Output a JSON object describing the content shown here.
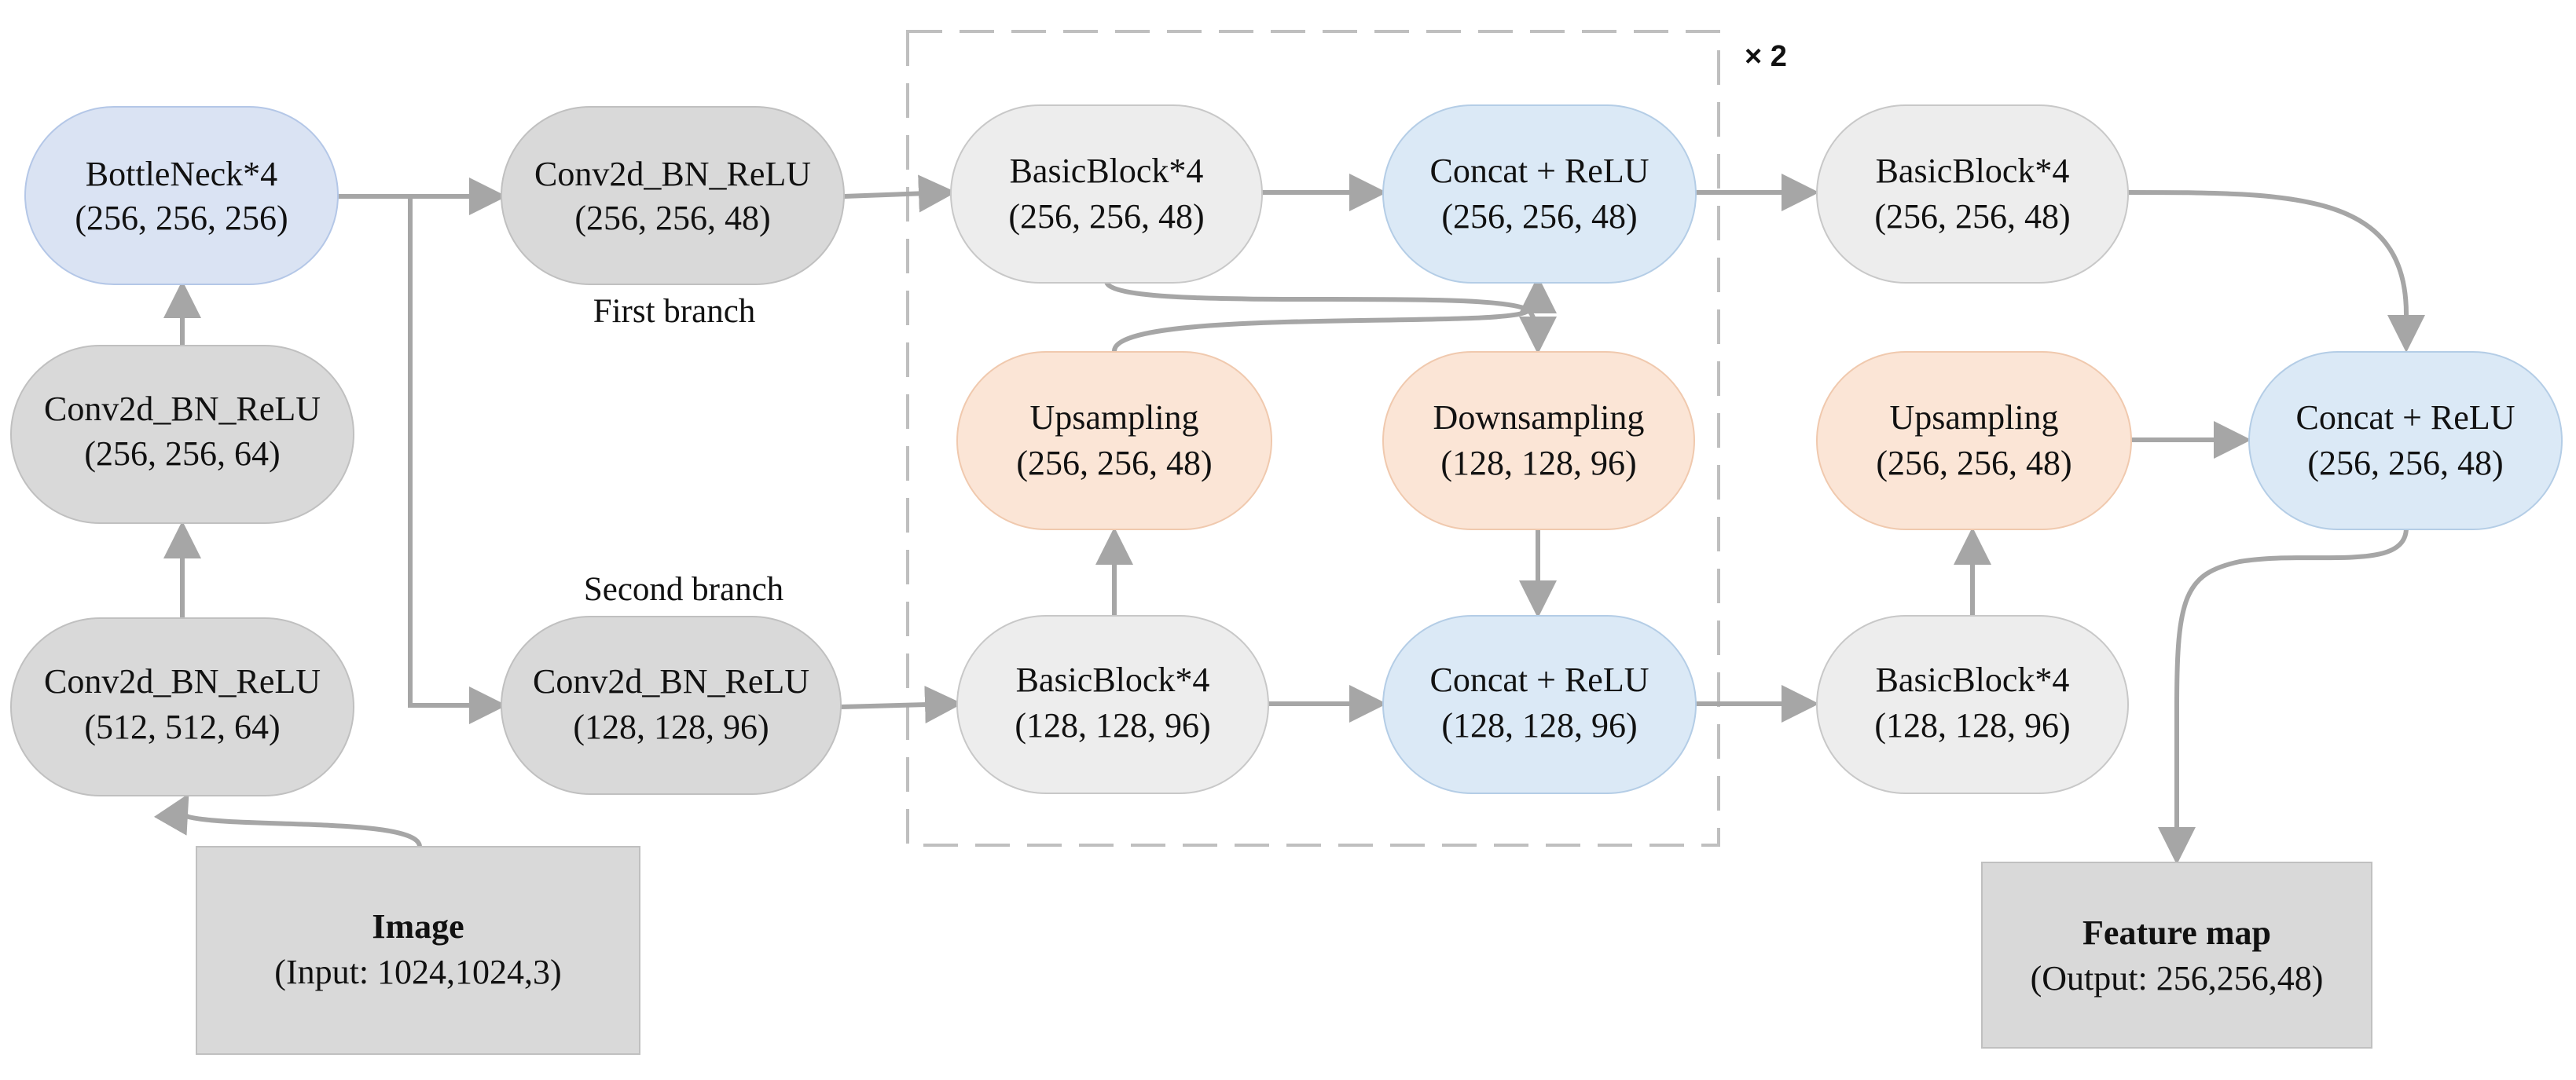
{
  "colors": {
    "blue_node": "#dae3f3",
    "light_blue_node": "#dbe9f6",
    "gray_node": "#d9d9d9",
    "light_gray_node": "#ededed",
    "orange_node": "#fbe5d6",
    "io_box": "#d9d9d9",
    "edge": "#a6a6a6",
    "dashed_border": "#bfbfbf"
  },
  "nodes": {
    "bottleneck": {
      "line1": "BottleNeck*4",
      "line2": "(256, 256, 256)"
    },
    "conv_stem_2": {
      "line1": "Conv2d_BN_ReLU",
      "line2": "(256, 256, 64)"
    },
    "conv_stem_1": {
      "line1": "Conv2d_BN_ReLU",
      "line2": "(512, 512, 64)"
    },
    "image": {
      "line1": "Image",
      "line2": "(Input: 1024,1024,3)"
    },
    "conv_branch1": {
      "line1": "Conv2d_BN_ReLU",
      "line2": "(256, 256, 48)"
    },
    "conv_branch2": {
      "line1": "Conv2d_BN_ReLU",
      "line2": "(128, 128, 96)"
    },
    "basic_top_1": {
      "line1": "BasicBlock*4",
      "line2": "(256, 256, 48)"
    },
    "upsample_1": {
      "line1": "Upsampling",
      "line2": "(256, 256, 48)"
    },
    "basic_bottom_1": {
      "line1": "BasicBlock*4",
      "line2": "(128, 128, 96)"
    },
    "concat_top_1": {
      "line1": "Concat + ReLU",
      "line2": "(256, 256, 48)"
    },
    "downsample_1": {
      "line1": "Downsampling",
      "line2": "(128, 128, 96)"
    },
    "concat_bottom_1": {
      "line1": "Concat + ReLU",
      "line2": "(128, 128, 96)"
    },
    "basic_top_2": {
      "line1": "BasicBlock*4",
      "line2": "(256, 256, 48)"
    },
    "upsample_2": {
      "line1": "Upsampling",
      "line2": "(256, 256, 48)"
    },
    "basic_bottom_2": {
      "line1": "BasicBlock*4",
      "line2": "(128, 128, 96)"
    },
    "concat_final": {
      "line1": "Concat + ReLU",
      "line2": "(256, 256, 48)"
    },
    "feature_map": {
      "line1": "Feature map",
      "line2": "(Output: 256,256,48)"
    }
  },
  "labels": {
    "first_branch": "First branch",
    "second_branch": "Second branch",
    "repeat": "× 2"
  }
}
